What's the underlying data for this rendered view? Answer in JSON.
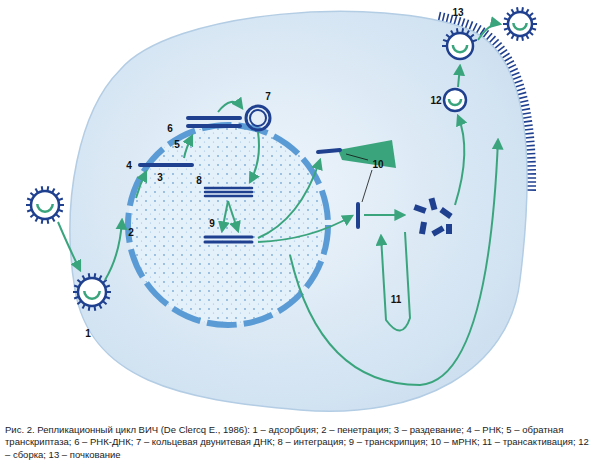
{
  "diagram": {
    "caption": "Рис. 2. Репликационный цикл ВИЧ (De Clercq E., 1986): 1 – адсорбция; 2 – пенетрация; 3 – раздевание; 4 – РНК; 5 – обратная транскриптаза; 6 – РНК-ДНК; 7 – кольцевая двунитевая ДНК; 8 – интеграция; 9 – транскрипция; 10 – мРНК; 11 – трансактивация; 12 – сборка; 13 – почкование",
    "labels": [
      "1",
      "2",
      "3",
      "4",
      "5",
      "6",
      "7",
      "8",
      "9",
      "10",
      "11",
      "12",
      "13"
    ]
  }
}
